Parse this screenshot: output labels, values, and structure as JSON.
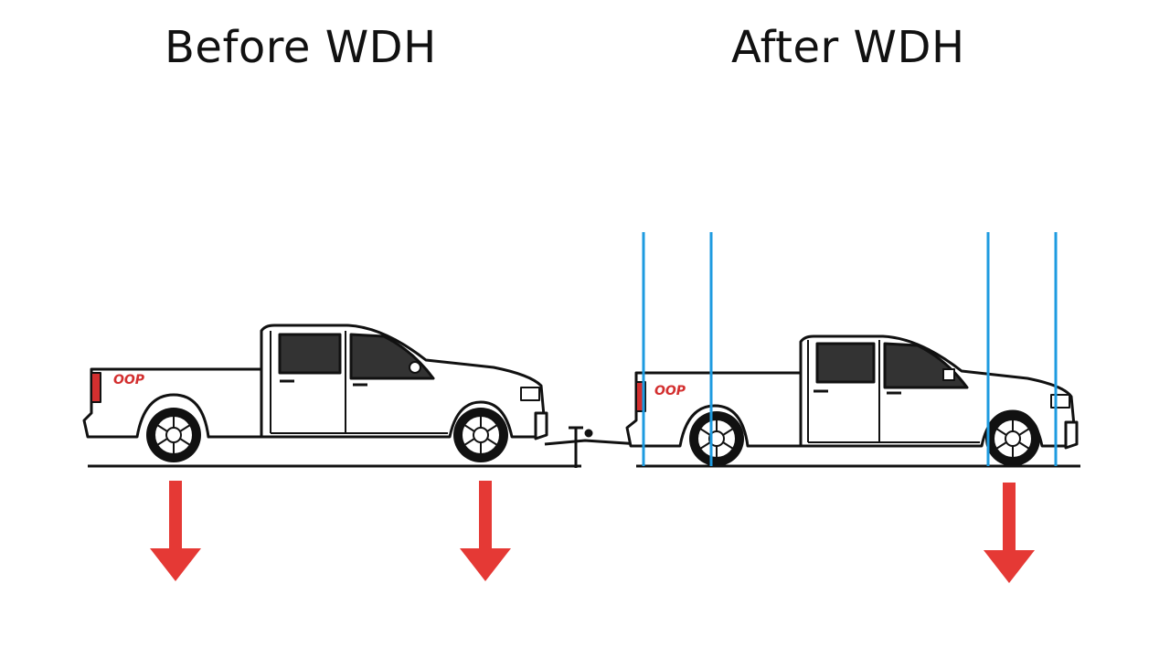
{
  "titles": {
    "before": "Before WDH",
    "after": "After WDH"
  },
  "truck_logo": "OOP",
  "colors": {
    "arrow": "#e53935",
    "guide_line": "#1e9be0",
    "ink": "#111111",
    "window": "#333333",
    "taillight": "#d32f2f"
  },
  "icons": {
    "before_truck": "pickup-truck-icon",
    "after_truck": "pickup-truck-icon",
    "load_arrow": "arrow-down-icon"
  }
}
